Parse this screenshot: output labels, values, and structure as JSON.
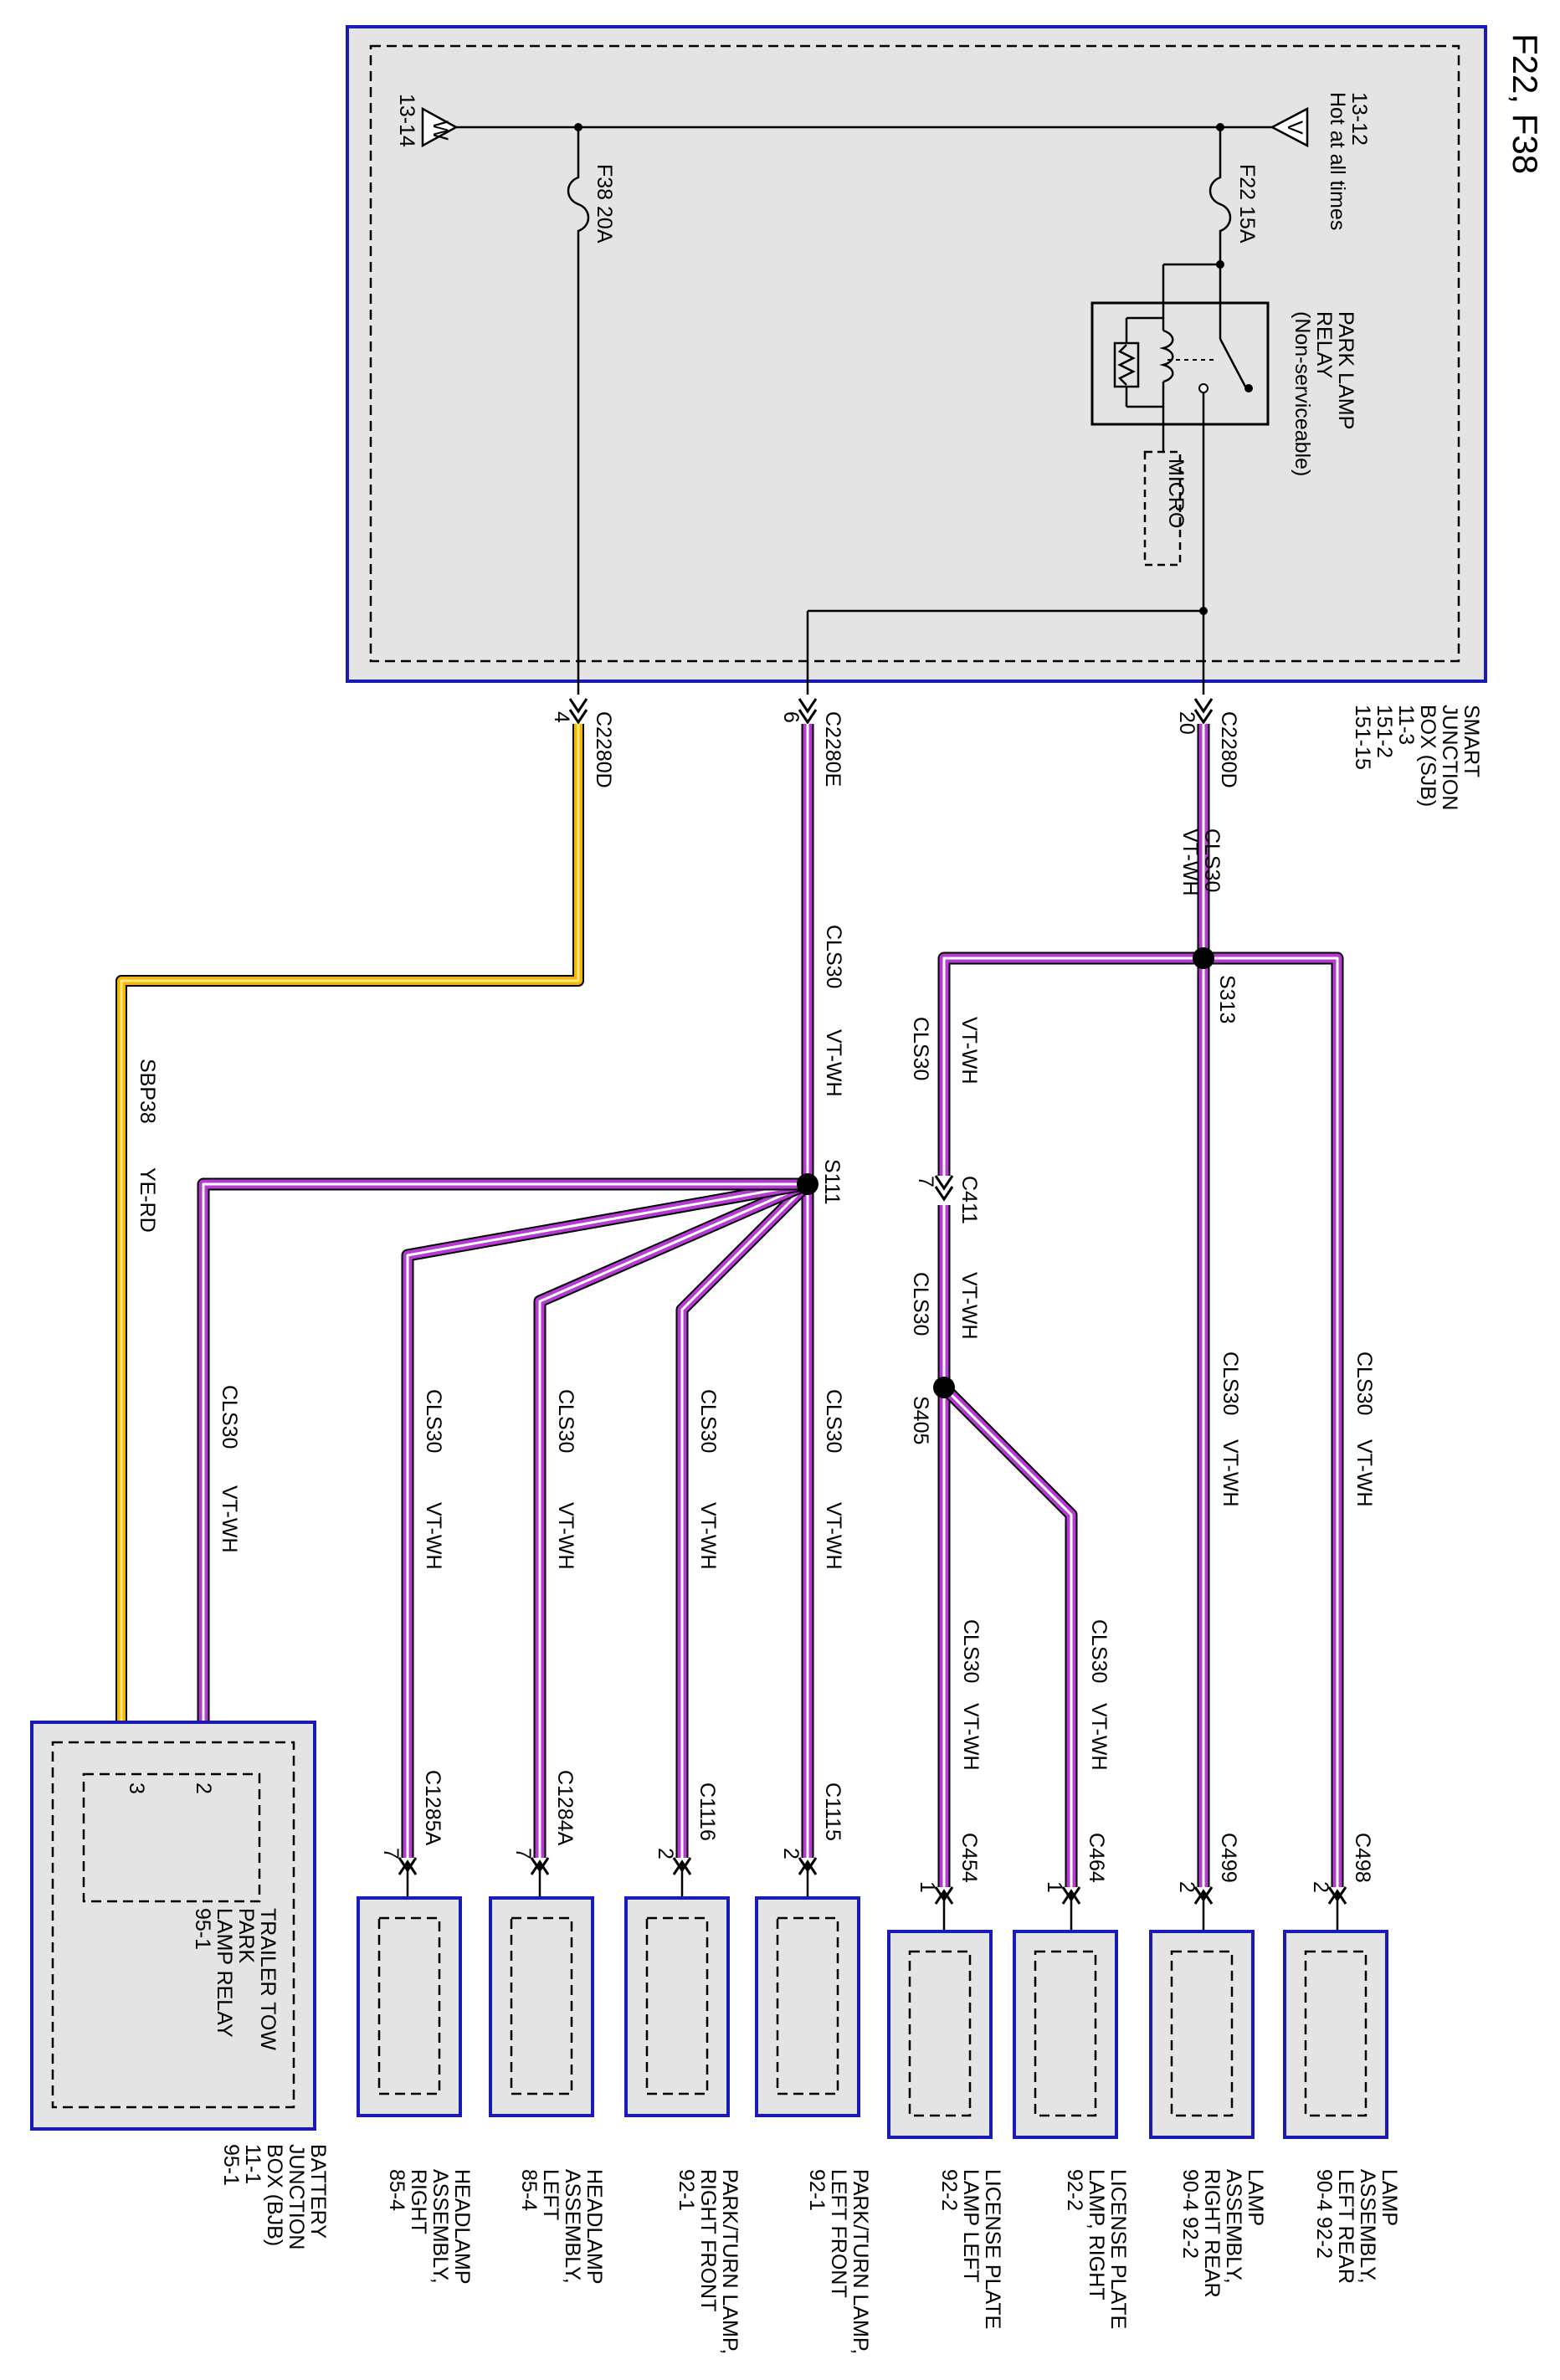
{
  "title": "F22, F38",
  "colors": {
    "wire_vt_wh": "#b53bd3",
    "wire_ye_rd": "#f5b800",
    "box_border": "#1a1ab4",
    "box_fill": "#e4e4e4"
  },
  "sjb": {
    "label": [
      "SMART",
      "JUNCTION",
      "BOX (SJB)",
      "11-3",
      "151-2",
      "151-15"
    ],
    "hot_at_all_times": [
      "Hot at all times",
      "13-12"
    ],
    "bus_v": "V",
    "bus_w": "W",
    "bus_w_ref": "13-14",
    "fuse_f22": "F22  15A",
    "fuse_f38": "F38  20A",
    "relay": [
      "PARK LAMP",
      "RELAY",
      "(Non-serviceable)"
    ],
    "micro": "MICRO"
  },
  "connectors": {
    "c2280d_20": {
      "name": "C2280D",
      "pin": "20"
    },
    "c2280e_6": {
      "name": "C2280E",
      "pin": "6"
    },
    "c2280d_4": {
      "name": "C2280D",
      "pin": "4"
    },
    "c411": {
      "name": "C411",
      "pin": "7"
    },
    "c498": {
      "name": "C498",
      "pin": "2"
    },
    "c499": {
      "name": "C499",
      "pin": "2"
    },
    "c464": {
      "name": "C464",
      "pin": "1"
    },
    "c454": {
      "name": "C454",
      "pin": "1"
    },
    "c1115": {
      "name": "C1115",
      "pin": "2"
    },
    "c1116": {
      "name": "C1116",
      "pin": "2"
    },
    "c1284a": {
      "name": "C1284A",
      "pin": "7"
    },
    "c1285a": {
      "name": "C1285A",
      "pin": "7"
    }
  },
  "splices": {
    "s313": "S313",
    "s111": "S111",
    "s405": "S405"
  },
  "wires": {
    "circuit": "CLS30",
    "color": "VT-WH",
    "yellow_circuit": "SBP38",
    "yellow_color": "YE-RD"
  },
  "components": {
    "lamp_left_rear": [
      "LAMP",
      "ASSEMBLY,",
      "LEFT REAR",
      "90-4   92-2"
    ],
    "lamp_right_rear": [
      "LAMP",
      "ASSEMBLY,",
      "RIGHT REAR",
      "90-4   92-2"
    ],
    "license_right": [
      "LICENSE PLATE",
      "LAMP, RIGHT",
      "92-2"
    ],
    "license_left": [
      "LICENSE PLATE",
      "LAMP LEFT",
      "92-2"
    ],
    "park_turn_left": [
      "PARK/TURN LAMP,",
      "LEFT FRONT",
      "92-1"
    ],
    "park_turn_right": [
      "PARK/TURN LAMP,",
      "RIGHT FRONT",
      "92-1"
    ],
    "headlamp_left": [
      "HEADLAMP",
      "ASSEMBLY,",
      "LEFT",
      "85-4"
    ],
    "headlamp_right": [
      "HEADLAMP",
      "ASSEMBLY,",
      "RIGHT",
      "85-4"
    ],
    "bjb": [
      "BATTERY",
      "JUNCTION",
      "BOX (BJB)",
      "11-1",
      "95-1"
    ],
    "trailer_relay": [
      "TRAILER TOW",
      "PARK",
      "LAMP RELAY",
      "95-1"
    ],
    "trailer_pin_2": "2",
    "trailer_pin_3": "3"
  }
}
